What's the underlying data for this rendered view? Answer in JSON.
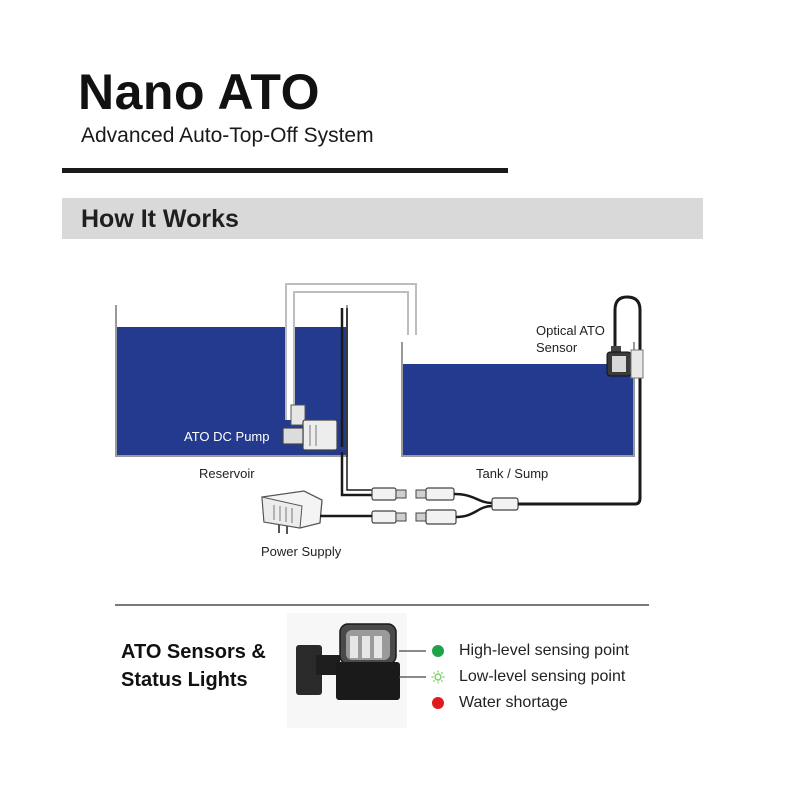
{
  "header": {
    "title": "Nano ATO",
    "subtitle": "Advanced Auto-Top-Off System"
  },
  "section": {
    "heading": "How It Works"
  },
  "diagram": {
    "labels": {
      "pump": "ATO DC Pump",
      "reservoir": "Reservoir",
      "tank": "Tank / Sump",
      "sensor_line1": "Optical ATO",
      "sensor_line2": "Sensor",
      "power": "Power Supply"
    },
    "colors": {
      "water": "#233a8f",
      "tank_outline": "#9a9a9a",
      "cable": "#1a1a1a"
    }
  },
  "sensors": {
    "title_line1": "ATO Sensors &",
    "title_line2": "Status Lights",
    "legend": [
      {
        "label": "High-level sensing point",
        "color": "#1fa34a",
        "icon": "green-dot-icon"
      },
      {
        "label": "Low-level sensing point",
        "color": "#7dcf6a",
        "icon": "sun-icon"
      },
      {
        "label": "Water shortage",
        "color": "#e01b1b",
        "icon": "red-dot-icon"
      }
    ]
  }
}
